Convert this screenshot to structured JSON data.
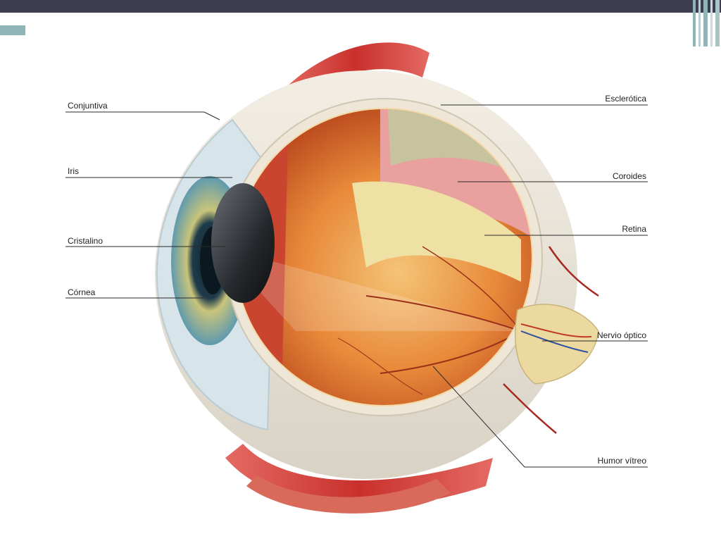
{
  "colors": {
    "top_bar": "#3d3e50",
    "accent": "#8fb5b7",
    "leader_line": "#2a2a2a"
  },
  "labels": {
    "conjuntiva": "Conjuntiva",
    "iris": "Iris",
    "cristalino": "Cristalino",
    "cornea": "Córnea",
    "esclerotica": "Esclerótica",
    "coroides": "Coroides",
    "retina": "Retina",
    "nervio_optico": "Nervio óptico",
    "humor_vitreo": "Humor vítreo"
  }
}
